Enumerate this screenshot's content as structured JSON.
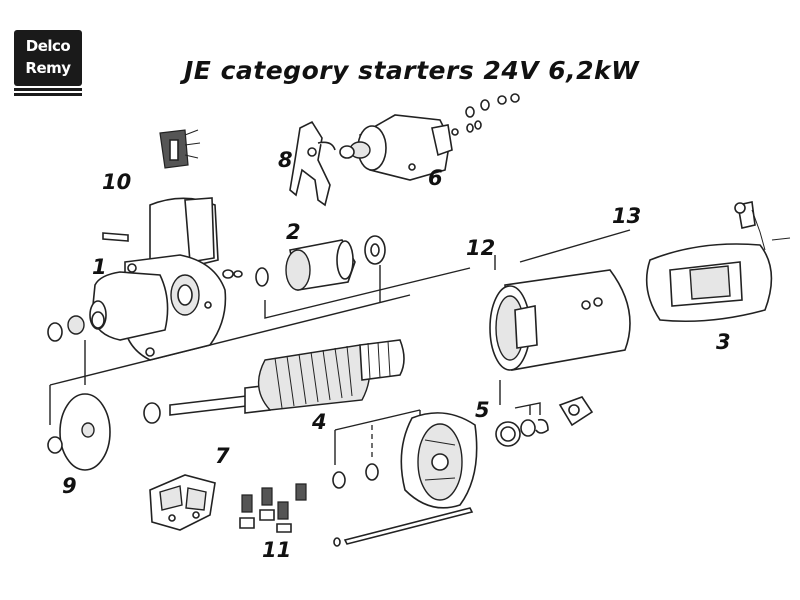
{
  "logo": {
    "line1": "Delco",
    "line2": "Remy"
  },
  "title": "JE category starters 24V 6,2kW",
  "labels": {
    "p1": "1",
    "p2": "2",
    "p3": "3",
    "p4": "4",
    "p5": "5",
    "p6": "6",
    "p7": "7",
    "p8": "8",
    "p9": "9",
    "p10": "10",
    "p11": "11",
    "p12": "12",
    "p13": "13"
  }
}
